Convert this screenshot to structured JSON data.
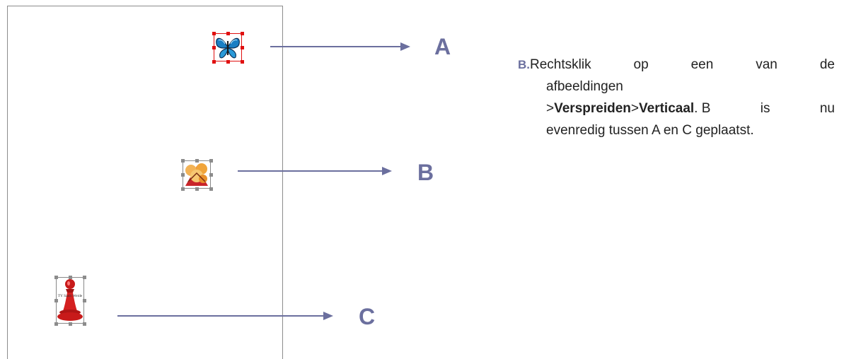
{
  "labels": {
    "a": "A",
    "b": "B",
    "c": "C"
  },
  "note": {
    "prefix": "B.",
    "line1_words": [
      "Rechtsklik",
      "op",
      "een",
      "van",
      "de"
    ],
    "line2": "afbeeldingen",
    "line3_gt1": ">",
    "line3_bold1": "Verspreiden",
    "line3_gt2": ">",
    "line3_bold2": "Verticaal",
    "line3_rest_words": [
      ". B",
      "is",
      "nu"
    ],
    "line4": "evenredig tussen A en C geplaatst."
  },
  "images": {
    "butterfly": "butterfly-image",
    "flower": "flower-image",
    "pawn": "pawn-image",
    "pawn_caption": "TY Sanh Weide"
  },
  "colors": {
    "accent": "#6b6f9e",
    "handle_selected": "#e01010",
    "handle_normal": "#8c8c8c"
  }
}
